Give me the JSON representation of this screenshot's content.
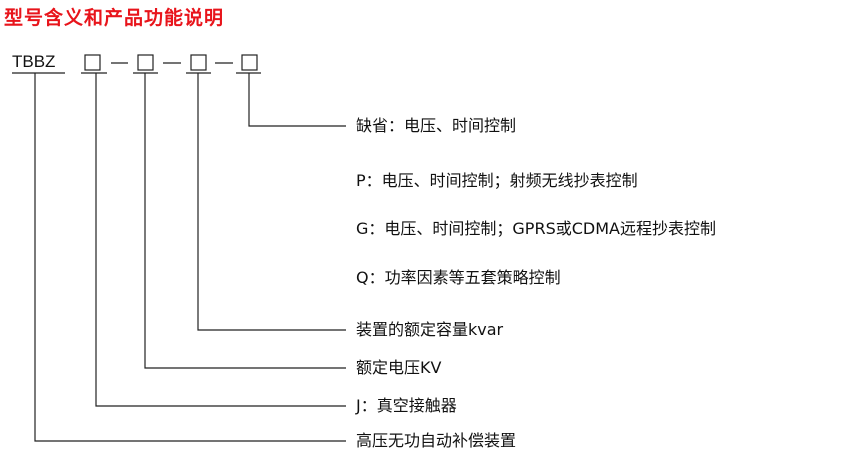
{
  "title": "型号含义和产品功能说明",
  "model_code": "TBBZ",
  "title_color": "#e8141b",
  "options": [
    "缺省：电压、时间控制",
    "P：电压、时间控制；射频无线抄表控制",
    "G：电压、时间控制；GPRS或CDMA远程抄表控制",
    "Q：功率因素等五套策略控制"
  ],
  "fields": [
    "装置的额定容量kvar",
    "额定电压KV",
    "J：真空接触器",
    "高压无功自动补偿装置"
  ]
}
